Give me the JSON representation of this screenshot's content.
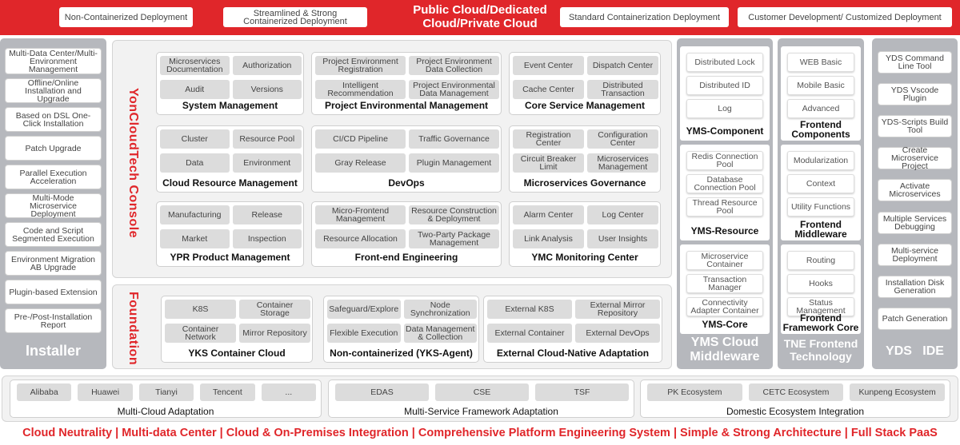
{
  "top": {
    "items": [
      "Non-Containerized Deployment",
      "Streamlined & Strong Containerized Deployment",
      "Standard Containerization Deployment",
      "Customer Development/ Customized Deployment"
    ],
    "center_line1": "Public Cloud/Dedicated",
    "center_line2": "Cloud/Private Cloud"
  },
  "installer": {
    "title": "Installer",
    "items": [
      "Multi-Data Center/Multi-Environment Management",
      "Offline/Online Installation and Upgrade",
      "Based on DSL One-Click Installation",
      "Patch Upgrade",
      "Parallel Execution Acceleration",
      "Multi-Mode Microservice Deployment",
      "Code and Script Segmented Execution",
      "Environment Migration AB Upgrade",
      "Plugin-based Extension",
      "Pre-/Post-Installation Report"
    ]
  },
  "console": {
    "label": "YonCloudTech Console",
    "groups": [
      {
        "title": "System Management",
        "items": [
          "Microservices Documentation",
          "Authorization",
          "Audit",
          "Versions"
        ]
      },
      {
        "title": "Project Environmental Management",
        "items": [
          "Project Environment Registration",
          "Project Environment Data Collection",
          "Intelligent Recommendation",
          "Project Environmental Data Management"
        ]
      },
      {
        "title": "Core Service Management",
        "items": [
          "Event Center",
          "Dispatch Center",
          "Cache Center",
          "Distributed Transaction"
        ]
      },
      {
        "title": "Cloud Resource Management",
        "items": [
          "Cluster",
          "Resource Pool",
          "Data",
          "Environment"
        ]
      },
      {
        "title": "DevOps",
        "items": [
          "CI/CD Pipeline",
          "Traffic Governance",
          "Gray Release",
          "Plugin Management"
        ]
      },
      {
        "title": "Microservices Governance",
        "items": [
          "Registration Center",
          "Configuration Center",
          "Circuit Breaker Limit",
          "Microservices Management"
        ]
      },
      {
        "title": "YPR  Product Management",
        "items": [
          "Manufacturing",
          "Release",
          "Market",
          "Inspection"
        ]
      },
      {
        "title": "Front-end Engineering",
        "items": [
          "Micro-Frontend Management",
          "Resource Construction & Deployment",
          "Resource Allocation",
          "Two-Party Package Management"
        ]
      },
      {
        "title": "YMC  Monitoring Center",
        "items": [
          "Alarm Center",
          "Log Center",
          "Link Analysis",
          "User Insights"
        ]
      }
    ]
  },
  "foundation": {
    "label": "Foundation",
    "groups": [
      {
        "title": "YKS Container Cloud",
        "items": [
          "K8S",
          "Container Storage",
          "Container Network",
          "Mirror Repository"
        ]
      },
      {
        "title": "Non-containerized (YKS-Agent)",
        "items": [
          "Safeguard/Explore",
          "Node Synchronization",
          "Flexible Execution",
          "Data Management & Collection"
        ]
      },
      {
        "title": "External Cloud-Native Adaptation",
        "items": [
          "External K8S",
          "External Mirror Repository",
          "External Container",
          "External DevOps"
        ]
      }
    ]
  },
  "yms": {
    "title": "YMS Cloud Middleware",
    "stacks": [
      {
        "title": "YMS-Component",
        "items": [
          "Distributed Lock",
          "Distributed ID",
          "Log"
        ]
      },
      {
        "title": "YMS-Resource",
        "items": [
          "Redis Connection Pool",
          "Database Connection Pool",
          "Thread Resource Pool"
        ]
      },
      {
        "title": "YMS-Core",
        "items": [
          "Microservice Container",
          "Transaction Manager",
          "Connectivity Adapter Container"
        ]
      }
    ]
  },
  "tne": {
    "title": "TNE Frontend Technology",
    "stacks": [
      {
        "title": "Frontend Components",
        "items": [
          "WEB Basic",
          "Mobile Basic",
          "Advanced"
        ]
      },
      {
        "title": "Frontend Middleware",
        "items": [
          "Modularization",
          "Context",
          "Utility Functions"
        ]
      },
      {
        "title": "Frontend Framework Core",
        "items": [
          "Routing",
          "Hooks",
          "Status Management"
        ]
      }
    ]
  },
  "yds": {
    "title": "YDS   IDE",
    "items": [
      "YDS Command Line Tool",
      "YDS Vscode Plugin",
      "YDS-Scripts Build Tool",
      "Create Microservice Project",
      "Activate Microservices",
      "Multiple Services Debugging",
      "Multi-service Deployment",
      "Installation Disk Generation",
      "Patch Generation"
    ]
  },
  "adaptation": [
    {
      "title": "Multi-Cloud Adaptation",
      "items": [
        "Alibaba",
        "Huawei",
        "Tianyi",
        "Tencent",
        "..."
      ]
    },
    {
      "title": "Multi-Service Framework Adaptation",
      "items": [
        "EDAS",
        "CSE",
        "TSF"
      ]
    },
    {
      "title": "Domestic Ecosystem Integration",
      "items": [
        "PK Ecosystem",
        "CETC Ecosystem",
        "Kunpeng Ecosystem"
      ]
    }
  ],
  "bottom": {
    "text": "Cloud Neutrality |  Multi-data Center | Cloud & On-Premises Integration |  Comprehensive Platform Engineering System  |  Simple & Strong Architecture  | Full Stack PaaS"
  },
  "colors": {
    "accent": "#e0262a",
    "column_gray": "#b6b8bd",
    "panel_gray": "#f2f2f2",
    "button_gray": "#dcdcdc"
  }
}
